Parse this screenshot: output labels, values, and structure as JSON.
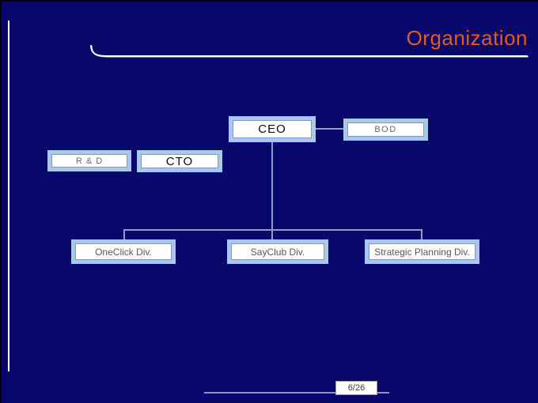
{
  "slide": {
    "title": "Organization",
    "page_indicator": "6/26"
  },
  "org_chart": {
    "ceo": "CEO",
    "bod": "BOD",
    "rnd": "R & D",
    "cto": "CTO",
    "divisions": [
      "OneClick Div.",
      "SayClub Div.",
      "Strategic Planning Div."
    ]
  },
  "colors": {
    "background": "#08086B",
    "title": "#E05A2A",
    "box_border": "#A9C8EE",
    "box_fill": "#FFFFFF",
    "box_inner_line": "#8898C0",
    "connector": "#8E9CC6",
    "accent_rule": "#FFFFFF",
    "footer_line": "#9094B8"
  }
}
